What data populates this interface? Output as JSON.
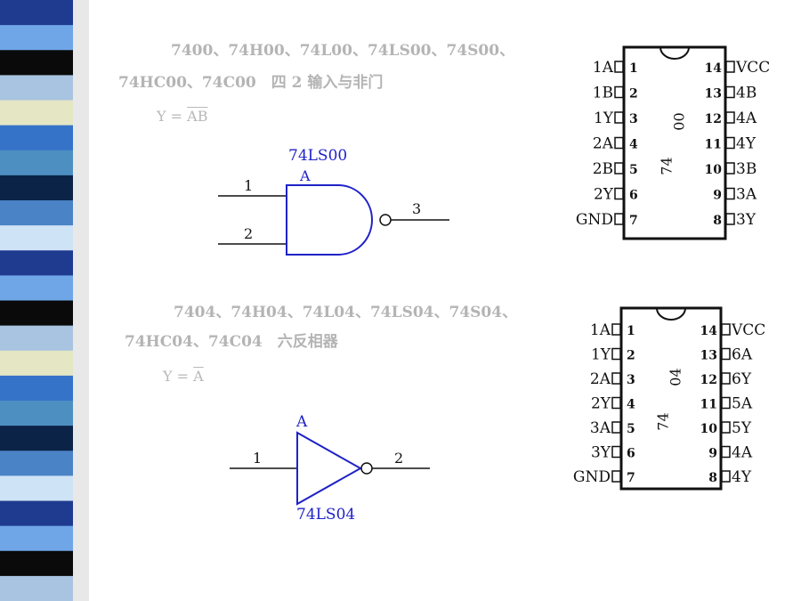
{
  "stripe_colors": [
    "#1f3b8f",
    "#6fa6e8",
    "#0a0a0a",
    "#a9c4e0",
    "#e4e6c4",
    "#3573c9",
    "#4e8fc2",
    "#0b2346",
    "#4a83c6",
    "#cfe3f6"
  ],
  "section_nand": {
    "desc_line1": "7400、74H00、74L00、74LS00、74S00、",
    "desc_line2": "74HC00、74C00　四 2 输入与非门",
    "formula_lhs": "Y = ",
    "formula_over": "AB",
    "gate_part": "74LS00",
    "gate_label": "A",
    "pin_in1": "1",
    "pin_in2": "2",
    "pin_out": "3",
    "chip": {
      "top_label": "00",
      "bottom_label": "74",
      "left_pins": [
        {
          "num": "1",
          "name": "1A"
        },
        {
          "num": "2",
          "name": "1B"
        },
        {
          "num": "3",
          "name": "1Y"
        },
        {
          "num": "4",
          "name": "2A"
        },
        {
          "num": "5",
          "name": "2B"
        },
        {
          "num": "6",
          "name": "2Y"
        },
        {
          "num": "7",
          "name": "GND"
        }
      ],
      "right_pins": [
        {
          "num": "14",
          "name": "VCC"
        },
        {
          "num": "13",
          "name": "4B"
        },
        {
          "num": "12",
          "name": "4A"
        },
        {
          "num": "11",
          "name": "4Y"
        },
        {
          "num": "10",
          "name": "3B"
        },
        {
          "num": "9",
          "name": "3A"
        },
        {
          "num": "8",
          "name": "3Y"
        }
      ]
    }
  },
  "section_not": {
    "desc_line1": "7404、74H04、74L04、74LS04、74S04、",
    "desc_line2": "74HC04、74C04　六反相器",
    "formula_lhs": "Y = ",
    "formula_over": "A",
    "gate_part": "74LS04",
    "gate_label": "A",
    "pin_in": "1",
    "pin_out": "2",
    "chip": {
      "top_label": "04",
      "bottom_label": "74",
      "left_pins": [
        {
          "num": "1",
          "name": "1A"
        },
        {
          "num": "2",
          "name": "1Y"
        },
        {
          "num": "3",
          "name": "2A"
        },
        {
          "num": "4",
          "name": "2Y"
        },
        {
          "num": "5",
          "name": "3A"
        },
        {
          "num": "6",
          "name": "3Y"
        },
        {
          "num": "7",
          "name": "GND"
        }
      ],
      "right_pins": [
        {
          "num": "14",
          "name": "VCC"
        },
        {
          "num": "13",
          "name": "6A"
        },
        {
          "num": "12",
          "name": "6Y"
        },
        {
          "num": "11",
          "name": "5A"
        },
        {
          "num": "10",
          "name": "5Y"
        },
        {
          "num": "9",
          "name": "4A"
        },
        {
          "num": "8",
          "name": "4Y"
        }
      ]
    }
  },
  "colors": {
    "gate_blue": "#1f22c8",
    "faint_text": "#b4b4b4",
    "ink": "#111111"
  }
}
